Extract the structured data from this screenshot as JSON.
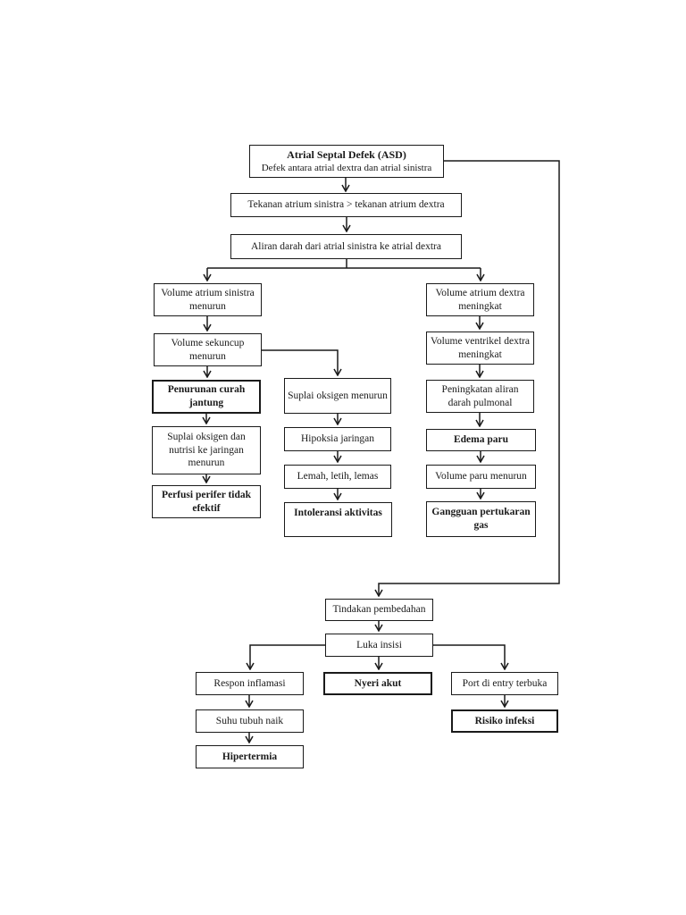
{
  "colors": {
    "ink": "#1a1a1a",
    "background": "#ffffff"
  },
  "nodes": {
    "asd": {
      "title": "Atrial Septal Defek (ASD)",
      "subtitle": "Defek antara atrial dextra dan atrial sinistra"
    },
    "tekanan": {
      "text": "Tekanan atrium sinistra > tekanan atrium dextra"
    },
    "aliran": {
      "text": "Aliran darah dari atrial sinistra ke atrial dextra"
    },
    "vas": {
      "text": "Volume atrium sinistra menurun"
    },
    "vsek": {
      "text": "Volume sekuncup menurun"
    },
    "pcj": {
      "text": "Penurunan curah jantung"
    },
    "son": {
      "text": "Suplai oksigen dan nutrisi ke jaringan menurun"
    },
    "ppe": {
      "text": "Perfusi perifer tidak efektif"
    },
    "som": {
      "text": "Suplai oksigen menurun"
    },
    "hip": {
      "text": "Hipoksia jaringan"
    },
    "lll": {
      "text": "Lemah, letih, lemas"
    },
    "int": {
      "text": "Intoleransi aktivitas"
    },
    "vad": {
      "text": "Volume atrium dextra meningkat"
    },
    "vvd": {
      "text": "Volume ventrikel dextra meningkat"
    },
    "pad": {
      "text": "Peningkatan aliran darah pulmonal"
    },
    "ede": {
      "text": "Edema paru"
    },
    "vpm": {
      "text": "Volume paru menurun"
    },
    "gpg": {
      "text": "Gangguan pertukaran gas"
    },
    "tin": {
      "text": "Tindakan pembedahan"
    },
    "luk": {
      "text": "Luka insisi"
    },
    "res": {
      "text": "Respon inflamasi"
    },
    "suh": {
      "text": "Suhu tubuh naik"
    },
    "hpt": {
      "text": "Hipertermia"
    },
    "nye": {
      "text": "Nyeri akut"
    },
    "por": {
      "text": "Port di entry terbuka"
    },
    "ris": {
      "text": "Risiko infeksi"
    }
  },
  "edges": [
    {
      "from": "asd",
      "to": "tekanan"
    },
    {
      "from": "tekanan",
      "to": "aliran"
    },
    {
      "from": "aliran",
      "to": "vas"
    },
    {
      "from": "aliran",
      "to": "vad"
    },
    {
      "from": "asd",
      "to": "tin"
    },
    {
      "from": "vas",
      "to": "vsek"
    },
    {
      "from": "vsek",
      "to": "pcj"
    },
    {
      "from": "pcj",
      "to": "son"
    },
    {
      "from": "son",
      "to": "ppe"
    },
    {
      "from": "vsek",
      "to": "som"
    },
    {
      "from": "som",
      "to": "hip"
    },
    {
      "from": "hip",
      "to": "lll"
    },
    {
      "from": "lll",
      "to": "int"
    },
    {
      "from": "vad",
      "to": "vvd"
    },
    {
      "from": "vvd",
      "to": "pad"
    },
    {
      "from": "pad",
      "to": "ede"
    },
    {
      "from": "ede",
      "to": "vpm"
    },
    {
      "from": "vpm",
      "to": "gpg"
    },
    {
      "from": "tin",
      "to": "luk"
    },
    {
      "from": "luk",
      "to": "res"
    },
    {
      "from": "luk",
      "to": "nye"
    },
    {
      "from": "luk",
      "to": "por"
    },
    {
      "from": "res",
      "to": "suh"
    },
    {
      "from": "suh",
      "to": "hpt"
    },
    {
      "from": "por",
      "to": "ris"
    }
  ]
}
